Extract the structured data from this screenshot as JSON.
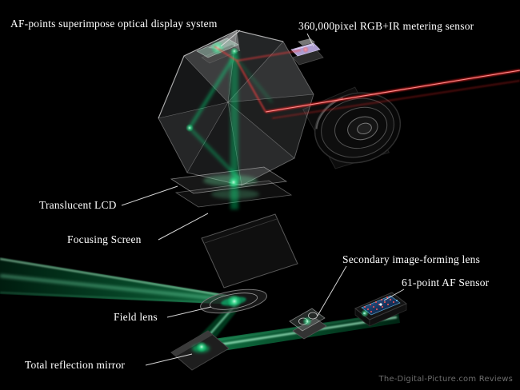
{
  "diagram": {
    "labels": {
      "af_display": "AF-points superimpose optical display system",
      "metering_sensor": "360,000pixel RGB+IR metering sensor",
      "translucent_lcd": "Translucent LCD",
      "focusing_screen": "Focusing Screen",
      "field_lens": "Field lens",
      "total_reflection_mirror": "Total reflection mirror",
      "secondary_lens": "Secondary image-forming lens",
      "af_sensor": "61-point AF Sensor"
    },
    "watermark": "The-Digital-Picture.com Reviews",
    "colors": {
      "background": "#000000",
      "label_text": "#ffffff",
      "green_beam": "#00e884",
      "red_beam": "#ff2222",
      "watermark_text": "#6d6d6d"
    }
  }
}
